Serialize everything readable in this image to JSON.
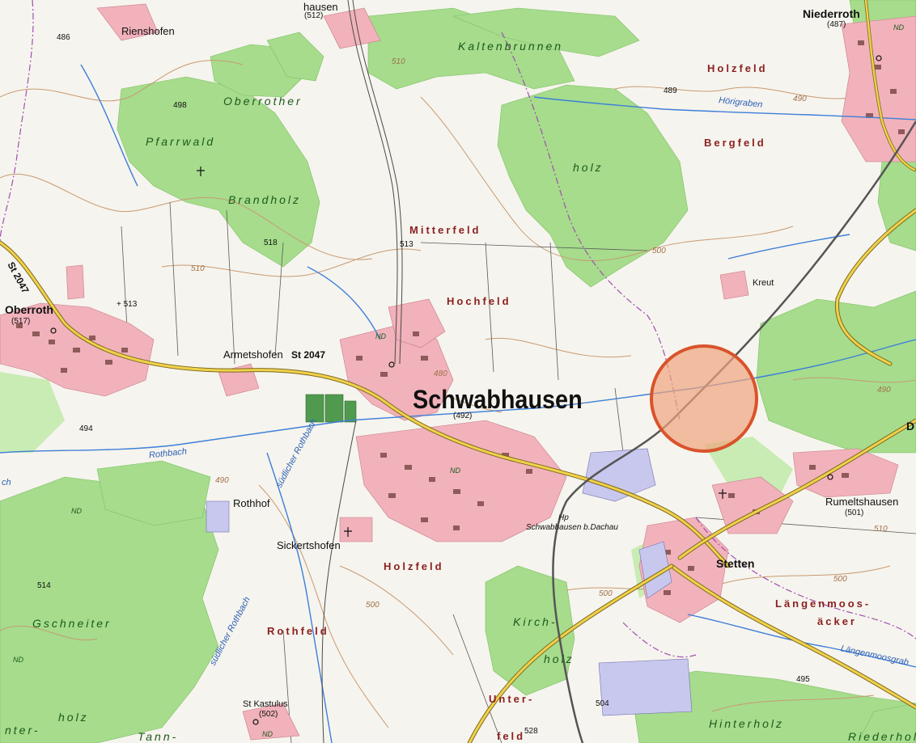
{
  "map": {
    "colors": {
      "background": "#f6f4ee",
      "forest": "#a6dc8c",
      "forest_light": "#c8ecb4",
      "settlement": "#f1b2bb",
      "building": "#8e5a5a",
      "road_main": "#f2d14a",
      "contour": "#c89a70",
      "water": "#3d7fd9",
      "railway": "#555555",
      "boundary": "#a04fb0",
      "marker_fill": "#f0a47e",
      "marker_stroke": "#d9532b"
    },
    "labels": {
      "town_main": "Schwabhausen",
      "town_main_elev": "(492)",
      "villages": {
        "oberroth": "Oberroth",
        "oberroth_elev": "(517)",
        "niederroth": "Niederroth",
        "niederroth_elev": "(487)",
        "rienshofen": "Rienshofen",
        "hausen": "hausen",
        "hausen_elev": "(512)",
        "armetshofen": "Armetshofen",
        "rothhof": "Rothhof",
        "sickertshofen": "Sickertshofen",
        "stetten": "Stetten",
        "rumeltshausen": "Rumeltshausen",
        "rumeltshausen_elev": "(501)",
        "kreut": "Kreut",
        "st_kastulus": "St Kastulus",
        "st_kastulus_elev": "(502)",
        "d_edge": "D"
      },
      "fields": {
        "holzfeld_ne": "Holzfeld",
        "bergfeld": "Bergfeld",
        "mitterfeld": "Mitterfeld",
        "hochfeld": "Hochfeld",
        "holzfeld_s": "Holzfeld",
        "rothfeld": "Rothfeld",
        "laengenmoos1": "Längenmoos-",
        "laengenmoos2": "äcker",
        "unter": "Unter-",
        "feld": "feld"
      },
      "forests": {
        "kaltenbrunnen": "Kaltenbrunnen",
        "oberrother": "Oberrother",
        "pfarrwald": "Pfarrwald",
        "brandholz": "Brandholz",
        "holz_n": "holz",
        "gschneiter": "Gschneiter",
        "holz_sw": "holz",
        "inter": "nter-",
        "tann": "Tann-",
        "kirch": "Kirch-",
        "holz_kirch": "holz",
        "hinterholz": "Hinterholz",
        "riederholz": "Riederhol"
      },
      "water": {
        "hoerigraben": "Hörigraben",
        "rothbach": "Rothbach",
        "suedl_rothbach1": "südlicher Rothbach",
        "suedl_rothbach2": "südlicher Rothbach",
        "laengenmoosgraben": "Längenmoosgrab",
        "ch": "ch"
      },
      "roads": {
        "st2047_west": "St 2047",
        "st2047_center": "St 2047"
      },
      "station": {
        "hp": "Hp",
        "name": "Schwabhausen b.Dachau"
      },
      "elevations": {
        "e486": "486",
        "e498": "498",
        "e489": "489",
        "e518": "518",
        "e513a": "513",
        "e513b": "+ 513",
        "e494": "494",
        "e514": "514",
        "e504": "504",
        "e528": "528",
        "e495": "495"
      },
      "contours": {
        "c510a": "510",
        "c510b": "510",
        "c490a": "490",
        "c500a": "500",
        "c480": "480",
        "c490b": "490",
        "c500b": "500",
        "c500c": "500",
        "c490c": "490",
        "c510c": "510",
        "c500d": "500"
      },
      "nd": [
        "ND",
        "ND",
        "ND",
        "ND",
        "ND",
        "ND"
      ]
    }
  }
}
